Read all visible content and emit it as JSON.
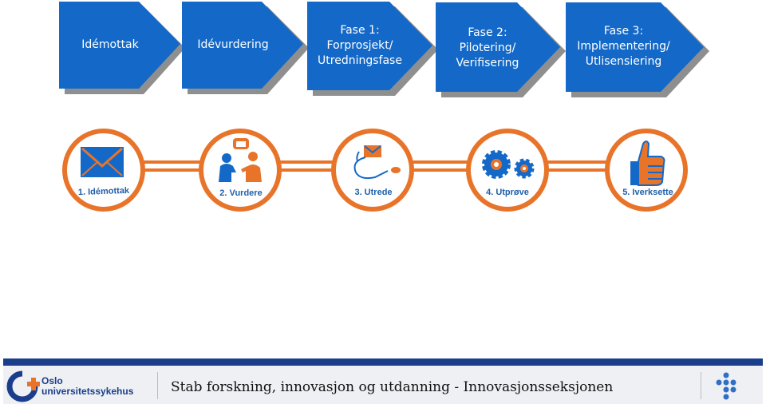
{
  "phases": [
    {
      "lines": [
        "Idémottak"
      ]
    },
    {
      "lines": [
        "Idévurdering"
      ]
    },
    {
      "lines": [
        "Fase 1:",
        "Forprosjekt/",
        "Utredningsfase"
      ]
    },
    {
      "lines": [
        "Fase 2:",
        "Pilotering/",
        "Verifisering"
      ]
    },
    {
      "lines": [
        "Fase 3:",
        "Implementering/",
        "Utlisensiering"
      ]
    }
  ],
  "steps": [
    {
      "label": "1. Idémottak",
      "icon": "envelope-icon"
    },
    {
      "label": "2. Vurdere",
      "icon": "discussion-icon"
    },
    {
      "label": "3. Utrede",
      "icon": "stethoscope-envelope-icon"
    },
    {
      "label": "4. Utprøve",
      "icon": "gears-icon"
    },
    {
      "label": "5. Iverksette",
      "icon": "thumbs-up-icon"
    }
  ],
  "footer": {
    "logo_line1": "Oslo",
    "logo_line2": "universitetssykehus",
    "text": "Stab forskning, innovasjon og utdanning -  Innovasjonsseksjonen"
  },
  "colors": {
    "chevron_blue": "#1469c8",
    "chevron_shadow": "#8f8f8f",
    "orange": "#e8742a",
    "navy": "#1a3e8c"
  }
}
